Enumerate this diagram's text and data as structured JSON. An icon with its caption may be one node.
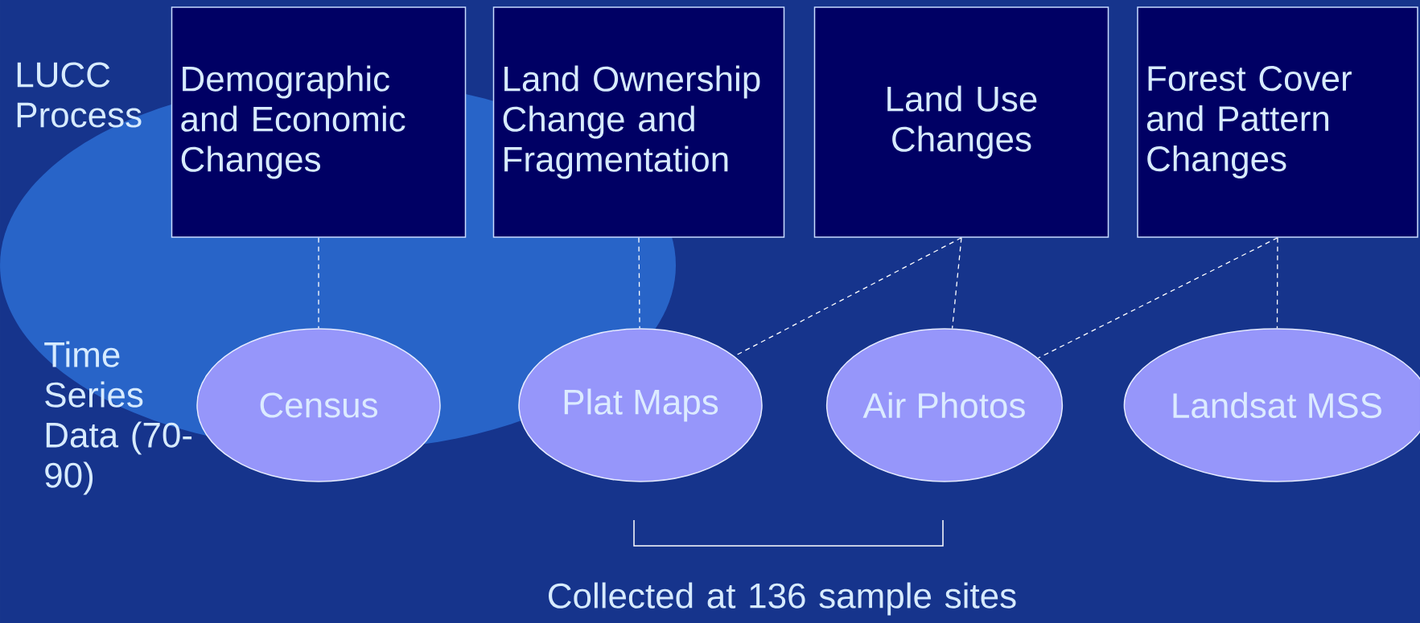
{
  "diagram": {
    "nodes": [
      {
        "text": [
          "Demographic and Economic Changes"
        ]
      },
      {
        "text": [
          "Land Ownership Change and Fragmentation"
        ]
      },
      {
        "text": [
          "Land Use Changes"
        ]
      },
      {
        "text": [
          "Forest Cover and Pattern Changes"
        ]
      },
      {
        "text": [
          "Census"
        ]
      },
      {
        "text": [
          "Plat Maps"
        ]
      },
      {
        "text": [
          "Air Photos"
        ]
      },
      {
        "text": [
          "Landsat MSS"
        ]
      }
    ],
    "edges": [
      {
        "from": 0,
        "to": 4,
        "arrow": "none",
        "style": "dashed"
      },
      {
        "from": 1,
        "to": 5,
        "arrow": "none",
        "style": "dashed"
      },
      {
        "from": 2,
        "to": 5,
        "arrow": "none",
        "style": "dashed"
      },
      {
        "from": 2,
        "to": 6,
        "arrow": "none",
        "style": "dashed"
      },
      {
        "from": 3,
        "to": 6,
        "arrow": "none",
        "style": "dashed"
      },
      {
        "from": 3,
        "to": 7,
        "arrow": "none",
        "style": "dashed"
      }
    ],
    "labels": [
      "LUCC Process",
      "Time Series Data (70-90)",
      "Collected at 136 sample sites"
    ]
  }
}
